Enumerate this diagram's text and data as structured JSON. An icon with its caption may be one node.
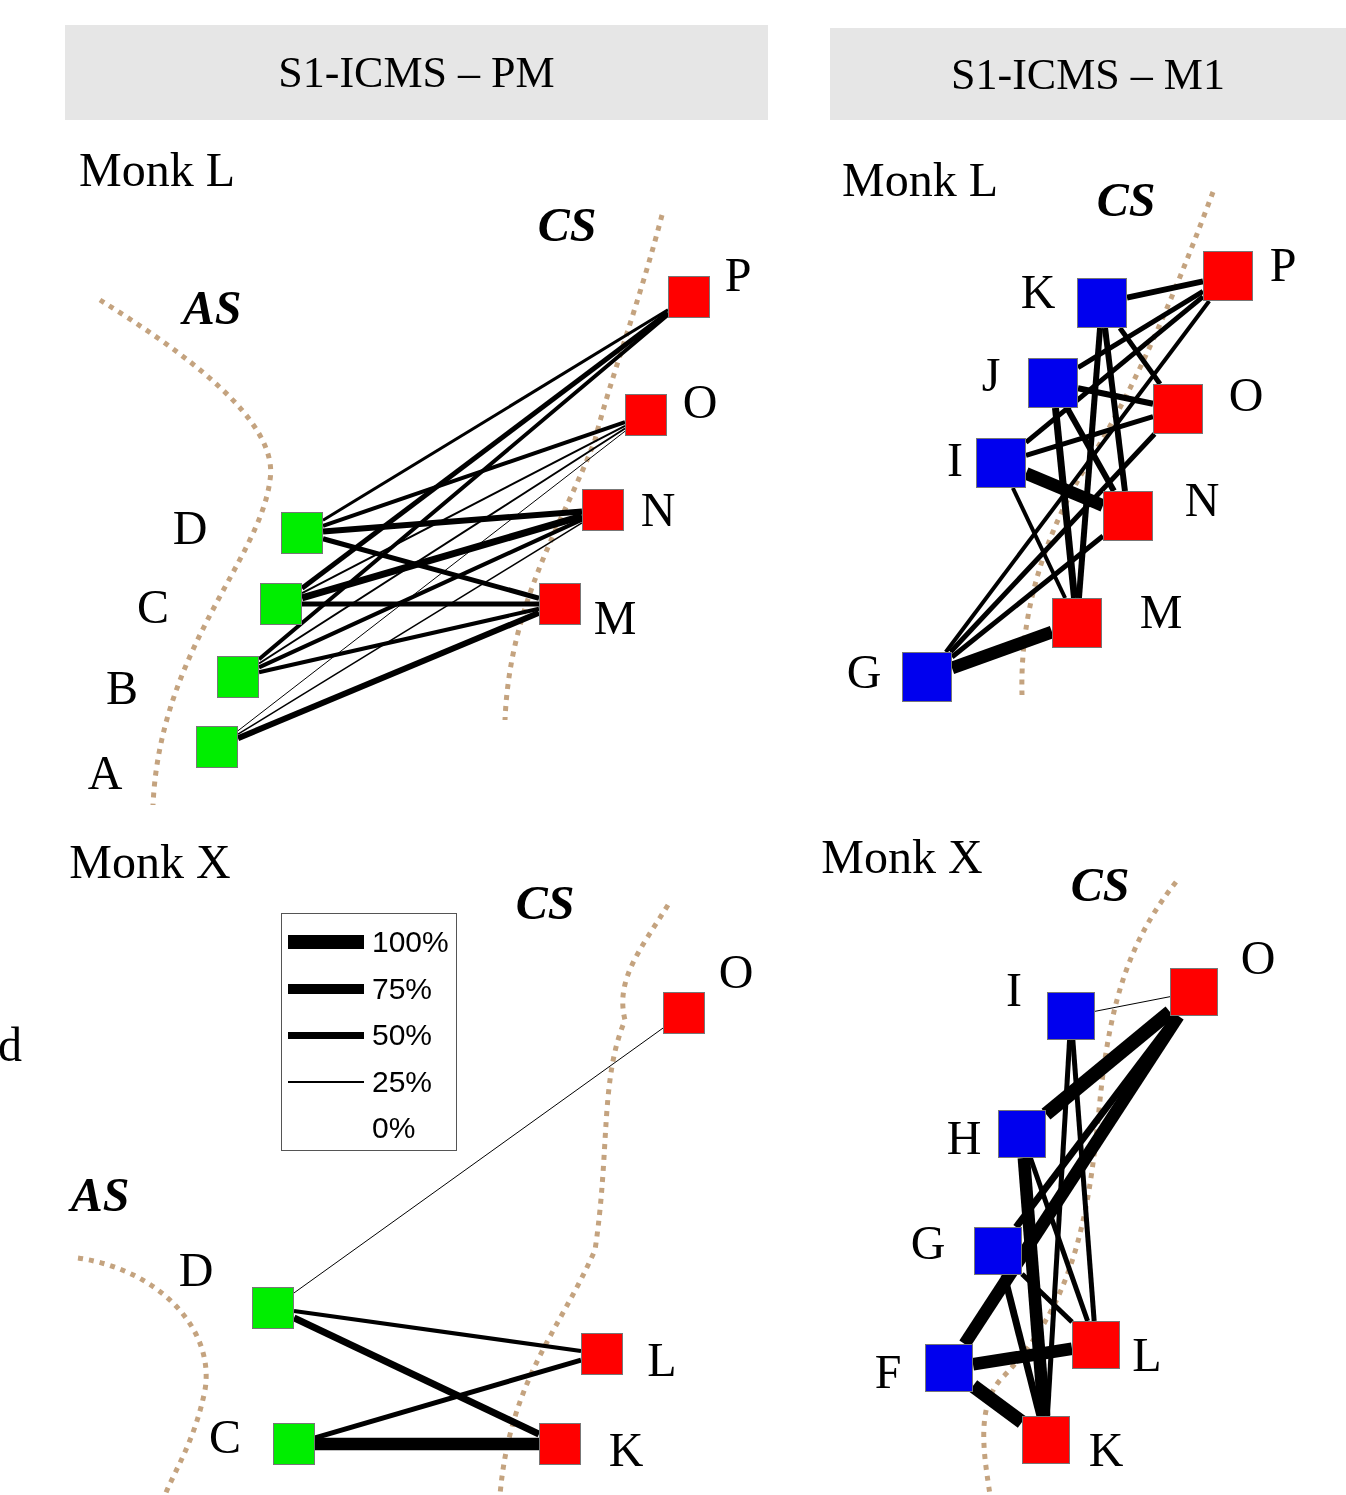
{
  "diagram": {
    "nodes": [
      {
        "text": [
          "S1-ICMS – PM"
        ]
      },
      {
        "text": [
          "S1-ICMS – M1"
        ]
      },
      {
        "text": [],
        "shape": "box",
        "beside": [
          "D"
        ]
      },
      {
        "text": [],
        "shape": "box",
        "beside": [
          "C"
        ]
      },
      {
        "text": [],
        "shape": "box",
        "beside": [
          "B"
        ]
      },
      {
        "text": [],
        "shape": "box",
        "beside": [
          "A"
        ]
      },
      {
        "text": [],
        "shape": "box",
        "beside": [
          "P"
        ]
      },
      {
        "text": [],
        "shape": "box",
        "beside": [
          "O"
        ]
      },
      {
        "text": [],
        "shape": "box",
        "beside": [
          "N"
        ]
      },
      {
        "text": [],
        "shape": "box",
        "beside": [
          "M"
        ]
      },
      {
        "text": [],
        "shape": "box",
        "beside": [
          "K"
        ]
      },
      {
        "text": [],
        "shape": "box",
        "beside": [
          "J"
        ]
      },
      {
        "text": [],
        "shape": "box",
        "beside": [
          "I"
        ]
      },
      {
        "text": [],
        "shape": "box",
        "beside": [
          "G"
        ]
      },
      {
        "text": [],
        "shape": "box",
        "beside": [
          "P"
        ]
      },
      {
        "text": [],
        "shape": "box",
        "beside": [
          "O"
        ]
      },
      {
        "text": [],
        "shape": "box",
        "beside": [
          "N"
        ]
      },
      {
        "text": [],
        "shape": "box",
        "beside": [
          "M"
        ]
      },
      {
        "text": [],
        "shape": "box",
        "beside": [
          "D"
        ]
      },
      {
        "text": [],
        "shape": "box",
        "beside": [
          "C"
        ]
      },
      {
        "text": [],
        "shape": "box",
        "beside": [
          "O"
        ]
      },
      {
        "text": [],
        "shape": "box",
        "beside": [
          "L"
        ]
      },
      {
        "text": [],
        "shape": "box",
        "beside": [
          "K"
        ]
      },
      {
        "text": [],
        "shape": "box",
        "beside": [
          "I"
        ]
      },
      {
        "text": [],
        "shape": "box",
        "beside": [
          "H"
        ]
      },
      {
        "text": [],
        "shape": "box",
        "beside": [
          "G"
        ]
      },
      {
        "text": [],
        "shape": "box",
        "beside": [
          "F"
        ]
      },
      {
        "text": [],
        "shape": "box",
        "beside": [
          "O"
        ]
      },
      {
        "text": [],
        "shape": "box",
        "beside": [
          "L"
        ]
      },
      {
        "text": [],
        "shape": "box",
        "beside": [
          "K"
        ]
      }
    ],
    "edges": [
      {
        "from": 2,
        "to": 6,
        "arrow": "none"
      },
      {
        "from": 2,
        "to": 7,
        "arrow": "none"
      },
      {
        "from": 2,
        "to": 8,
        "arrow": "none"
      },
      {
        "from": 2,
        "to": 9,
        "arrow": "none"
      },
      {
        "from": 3,
        "to": 6,
        "arrow": "none"
      },
      {
        "from": 3,
        "to": 7,
        "arrow": "none"
      },
      {
        "from": 3,
        "to": 8,
        "arrow": "none"
      },
      {
        "from": 3,
        "to": 9,
        "arrow": "none"
      },
      {
        "from": 4,
        "to": 6,
        "arrow": "none"
      },
      {
        "from": 4,
        "to": 7,
        "arrow": "none"
      },
      {
        "from": 4,
        "to": 8,
        "arrow": "none"
      },
      {
        "from": 4,
        "to": 9,
        "arrow": "none"
      },
      {
        "from": 5,
        "to": 7,
        "arrow": "none"
      },
      {
        "from": 5,
        "to": 8,
        "arrow": "none"
      },
      {
        "from": 5,
        "to": 9,
        "arrow": "none"
      },
      {
        "from": 10,
        "to": 14,
        "arrow": "none"
      },
      {
        "from": 10,
        "to": 15,
        "arrow": "none"
      },
      {
        "from": 10,
        "to": 16,
        "arrow": "none"
      },
      {
        "from": 10,
        "to": 17,
        "arrow": "none"
      },
      {
        "from": 11,
        "to": 14,
        "arrow": "none"
      },
      {
        "from": 11,
        "to": 15,
        "arrow": "none"
      },
      {
        "from": 11,
        "to": 16,
        "arrow": "none"
      },
      {
        "from": 11,
        "to": 17,
        "arrow": "none"
      },
      {
        "from": 12,
        "to": 14,
        "arrow": "none"
      },
      {
        "from": 12,
        "to": 15,
        "arrow": "none"
      },
      {
        "from": 12,
        "to": 16,
        "arrow": "none",
        "style": "thick"
      },
      {
        "from": 12,
        "to": 17,
        "arrow": "none"
      },
      {
        "from": 13,
        "to": 14,
        "arrow": "none"
      },
      {
        "from": 13,
        "to": 15,
        "arrow": "none"
      },
      {
        "from": 13,
        "to": 16,
        "arrow": "none"
      },
      {
        "from": 13,
        "to": 17,
        "arrow": "none",
        "style": "thick"
      },
      {
        "from": 18,
        "to": 20,
        "arrow": "none"
      },
      {
        "from": 18,
        "to": 21,
        "arrow": "none"
      },
      {
        "from": 18,
        "to": 22,
        "arrow": "none"
      },
      {
        "from": 19,
        "to": 21,
        "arrow": "none"
      },
      {
        "from": 19,
        "to": 22,
        "arrow": "none",
        "style": "thick"
      },
      {
        "from": 23,
        "to": 27,
        "arrow": "none"
      },
      {
        "from": 23,
        "to": 28,
        "arrow": "none"
      },
      {
        "from": 23,
        "to": 29,
        "arrow": "none"
      },
      {
        "from": 24,
        "to": 27,
        "arrow": "none",
        "style": "thick"
      },
      {
        "from": 24,
        "to": 28,
        "arrow": "none"
      },
      {
        "from": 24,
        "to": 29,
        "arrow": "none",
        "style": "thick"
      },
      {
        "from": 25,
        "to": 27,
        "arrow": "none"
      },
      {
        "from": 25,
        "to": 28,
        "arrow": "none"
      },
      {
        "from": 25,
        "to": 29,
        "arrow": "none"
      },
      {
        "from": 26,
        "to": 27,
        "arrow": "none",
        "style": "thick"
      },
      {
        "from": 26,
        "to": 28,
        "arrow": "none",
        "style": "thick"
      },
      {
        "from": 26,
        "to": 29,
        "arrow": "none",
        "style": "thick"
      }
    ],
    "labels": [
      "Monk L",
      "CS",
      "AS",
      "Monk L",
      "CS",
      "d",
      "Monk X",
      "CS",
      "AS",
      "Monk X",
      "CS"
    ],
    "legend": [
      {
        "text": "100%"
      },
      {
        "text": "75%"
      },
      {
        "text": "50%"
      },
      {
        "text": "25%"
      },
      {
        "text": "0%"
      }
    ]
  }
}
